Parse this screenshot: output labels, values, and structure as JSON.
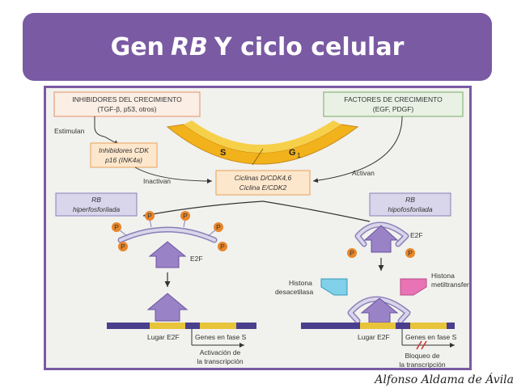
{
  "slide": {
    "title_prefix": "Gen",
    "title_italic": "RB",
    "title_suffix": "Y ciclo celular",
    "author": "Alfonso Aldama de Ávila"
  },
  "diagram": {
    "inhibitors_title": "INHIBIDORES DEL CRECIMIENTO",
    "inhibitors_sub": "(TGF-β, p53, otros)",
    "growth_title": "FACTORES DE CRECIMIENTO",
    "growth_sub": "(EGF, PDGF)",
    "stimulate": "Estimulan",
    "cdk_inhib_1": "Inhibidores CDK",
    "cdk_inhib_2": "p16 (INK4a)",
    "inactivate": "Inactivan",
    "activate": "Activan",
    "phase_s": "S",
    "phase_g1": "G",
    "phase_g1_sub": "1",
    "cyclin_1": "Ciclinas D/CDK4,6",
    "cyclin_2": "Ciclina E/CDK2",
    "rb_hyper_1": "RB",
    "rb_hyper_2": "hiperfosforilada",
    "rb_hypo_1": "RB",
    "rb_hypo_2": "hipofosforilada",
    "e2f": "E2F",
    "phosphate": "P",
    "histone_deacet_1": "Histona",
    "histone_deacet_2": "desacetilasa",
    "histone_methyl_1": "Histona",
    "histone_methyl_2": "metiltransferasa",
    "e2f_site": "Lugar E2F",
    "s_genes": "Genes en fase S",
    "activation_1": "Activación de",
    "activation_2": "la transcripción",
    "block_1": "Bloqueo de",
    "block_2": "la transcripción"
  },
  "colors": {
    "title_bg": "#7a5aa3",
    "cycle": "#f2b21b",
    "rb_box": "#d9d5ea",
    "phosphate": "#e8862a",
    "e2f": "#9a82c6",
    "deacetylase": "#7fd0e8",
    "methyltransferase": "#e873b5",
    "dna": "#4a3f8c",
    "gene_segment": "#e8c43a"
  }
}
